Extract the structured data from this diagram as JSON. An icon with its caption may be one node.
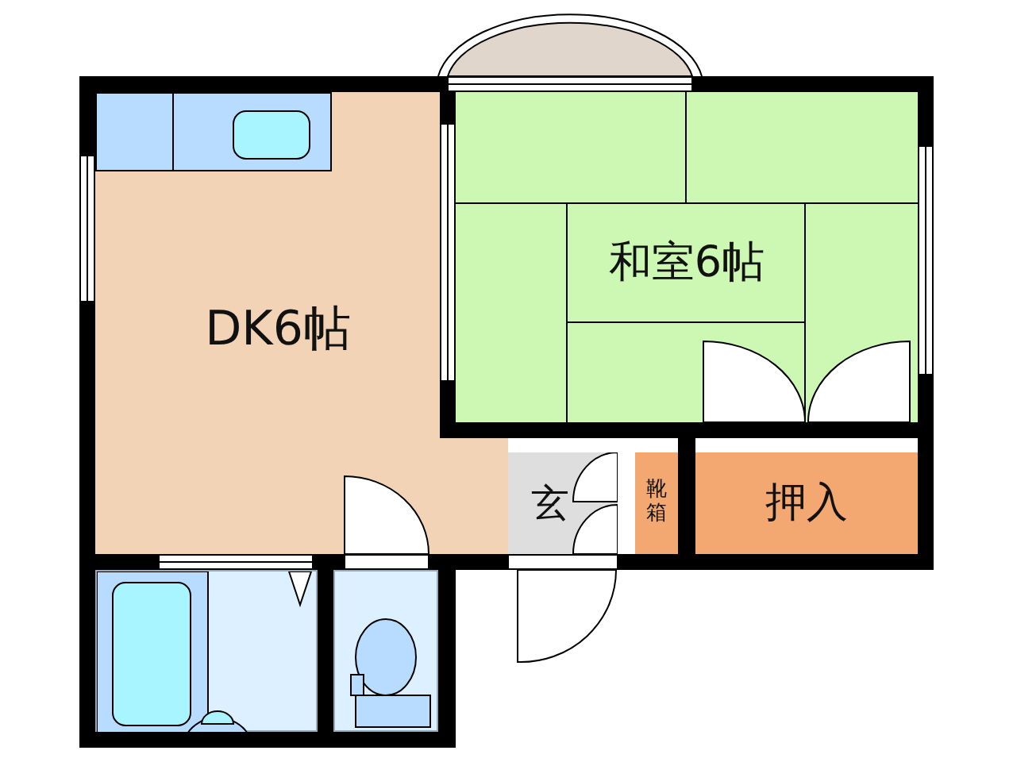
{
  "diagram": {
    "nodes": [
      {
        "text": [
          "DK6帖"
        ]
      },
      {
        "text": [
          "和室6帖"
        ]
      },
      {
        "text": [
          "玄"
        ]
      },
      {
        "text": [
          "靴箱"
        ]
      },
      {
        "text": [
          "押入"
        ]
      },
      {
        "text": [],
        "shape": "box"
      },
      {
        "text": [],
        "shape": "box"
      }
    ]
  }
}
